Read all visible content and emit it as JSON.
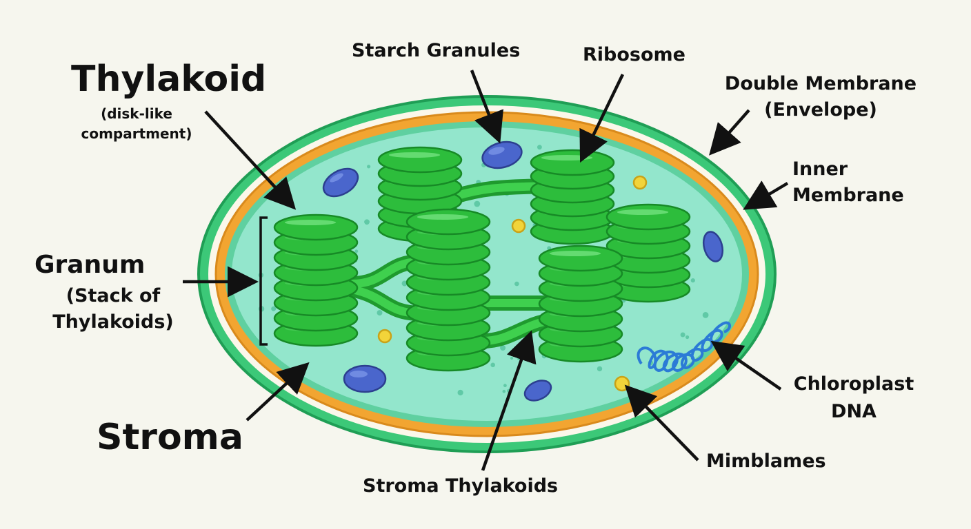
{
  "labels": {
    "thylakoid": "Thylakoid",
    "thylakoid_note_1": "(disk-like",
    "thylakoid_note_2": "compartment)",
    "granum": "Granum",
    "granum_note_1": "(Stack of",
    "granum_note_2": "Thylakoids)",
    "stroma": "Stroma",
    "starch_granules": "Starch Granules",
    "ribosome": "Ribosome",
    "double_membrane_1": "Double Membrane",
    "double_membrane_2": "(Envelope)",
    "inner_membrane_1": "Inner",
    "inner_membrane_2": "Membrane",
    "chloroplast_dna_1": "Chloroplast",
    "chloroplast_dna_2": "DNA",
    "mimblames": "Mimblames",
    "stroma_thylakoids": "Stroma Thylakoids"
  },
  "colors": {
    "background": "#f6f6ee",
    "outer_membrane": "#2fbf6a",
    "inner_membrane": "#f2a531",
    "stroma": "#93e6cc",
    "thylakoid": "#2dbd3c",
    "starch_granule": "#4a66cc",
    "ribosome": "#f2d43a",
    "dna": "#2b7bd6"
  },
  "grana": [
    {
      "name": "granum-left",
      "disks": 8
    },
    {
      "name": "granum-top-center",
      "disks": 6
    },
    {
      "name": "granum-center",
      "disks": 10
    },
    {
      "name": "granum-top-right",
      "disks": 6
    },
    {
      "name": "granum-right",
      "disks": 6
    },
    {
      "name": "granum-center-right",
      "disks": 7
    }
  ]
}
